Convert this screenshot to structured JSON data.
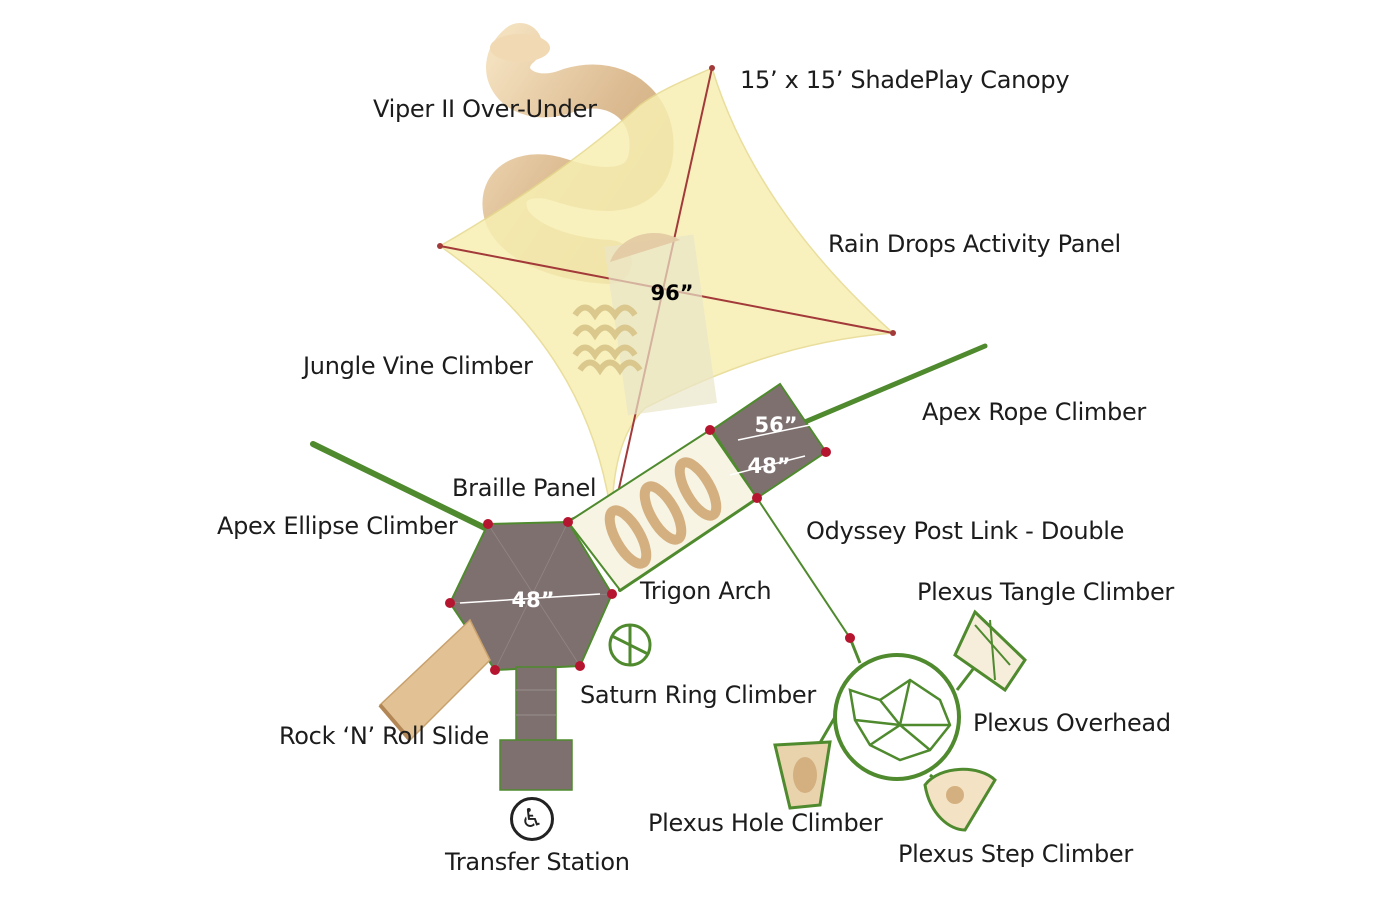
{
  "labels": {
    "canopy": "15’ x 15’ ShadePlay Canopy",
    "viper": "Viper II Over-Under",
    "rain_drops": "Rain Drops Activity Panel",
    "jungle_vine": "Jungle Vine Climber",
    "apex_rope": "Apex Rope Climber",
    "braille": "Braille Panel",
    "apex_ellipse": "Apex Ellipse Climber",
    "odyssey": "Odyssey Post Link - Double",
    "trigon": "Trigon Arch",
    "plexus_tangle": "Plexus Tangle Climber",
    "saturn": "Saturn Ring Climber",
    "plexus_overhead": "Plexus Overhead",
    "rock_n_roll": "Rock ‘N’ Roll Slide",
    "plexus_hole": "Plexus Hole Climber",
    "plexus_step": "Plexus Step Climber",
    "transfer": "Transfer Station"
  },
  "dimensions": {
    "canopy_deck": "96”",
    "square_deck_top": "56”",
    "square_deck_bottom": "48”",
    "hex_deck": "48”"
  },
  "icons": {
    "transfer": "wheelchair-accessible-icon"
  },
  "colors": {
    "deck": "#7e706f",
    "canopy": "#f7efb2",
    "slide": "#e2c295",
    "frame": "#4f8a2e",
    "post": "#b5152f"
  }
}
